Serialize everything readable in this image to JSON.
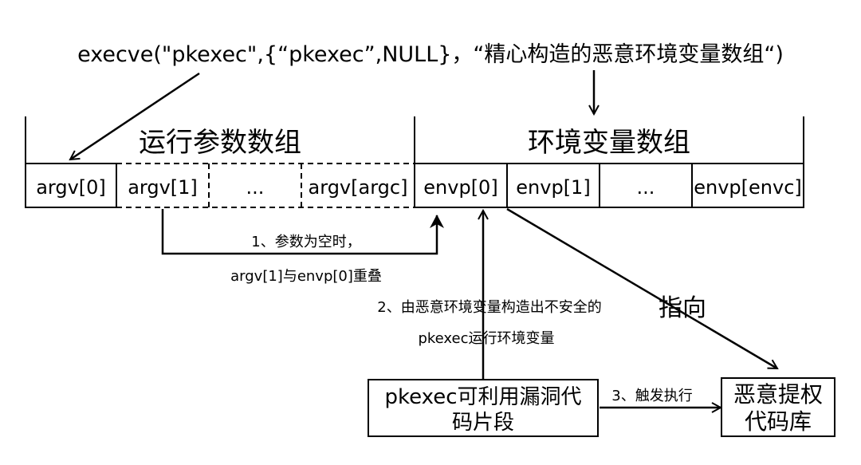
{
  "call_line": "execve(\"pkexec\",{“pkexec”,NULL}，“精心构造的恶意环境变量数组“)",
  "args_array": {
    "title": "运行参数数组",
    "cells": [
      "argv[0]",
      "argv[1]",
      "...",
      "argv[argc]"
    ]
  },
  "env_array": {
    "title": "环境变量数组",
    "cells": [
      "envp[0]",
      "envp[1]",
      "...",
      "envp[envc]"
    ]
  },
  "note1": {
    "line1": "1、参数为空时，",
    "line2": "argv[1]与envp[0]重叠"
  },
  "note2": {
    "line1": "2、由恶意环境变量构造出不安全的",
    "line2": "pkexec运行环境变量"
  },
  "points_to_label": "指向",
  "vuln_box": {
    "line1": "pkexec可利用漏洞代",
    "line2": "码片段"
  },
  "note3": "3、触发执行",
  "lib_box": {
    "line1": "恶意提权",
    "line2": "代码库"
  }
}
